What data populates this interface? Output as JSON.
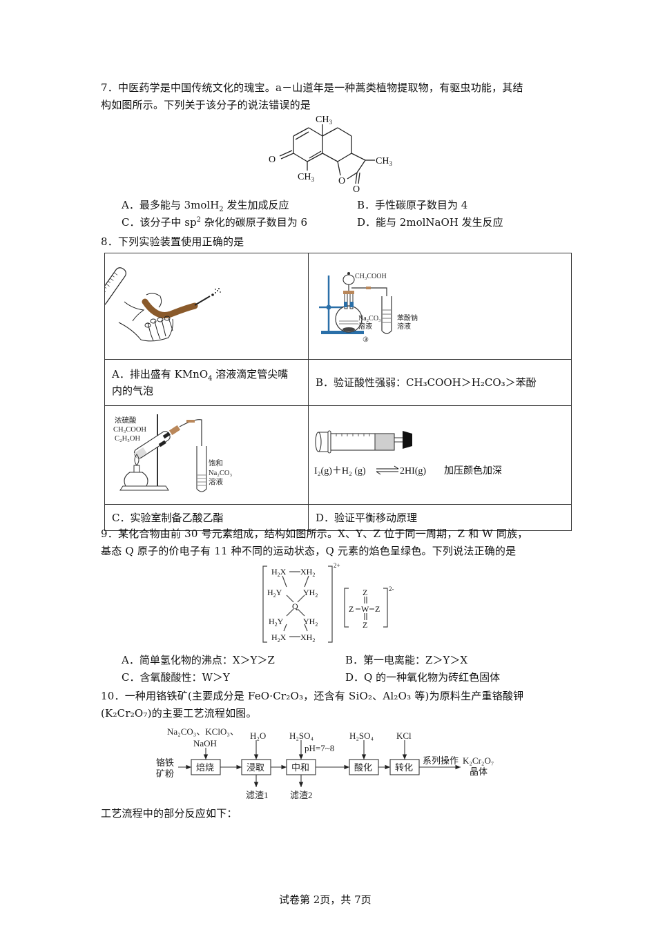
{
  "q7": {
    "number": "7．",
    "stem_line1": "中医药学是中国传统文化的瑰宝。a－山道年是一种蒿类植物提取物，有驱虫功能，其结",
    "stem_line2": "构如图所示。下列关于该分子的说法错误的是",
    "structure_labels": {
      "ch3_top": "CH",
      "ch3_right": "CH",
      "ch3_bottom": "CH",
      "o_left": "O",
      "o_ring": "O",
      "o_carbonyl": "O",
      "sub3": "3"
    },
    "options": [
      {
        "letter": "A．",
        "text_pre": "最多能与 3molH",
        "sub": "2",
        "text_post": " 发生加成反应"
      },
      {
        "letter": "B．",
        "text": "手性碳原子数目为 4"
      },
      {
        "letter": "C．",
        "text_pre": "该分子中 sp",
        "sup": "2",
        "text_post": " 杂化的碳原子数目为 6"
      },
      {
        "letter": "D．",
        "text": "能与 2molNaOH 发生反应"
      }
    ]
  },
  "q8": {
    "number": "8．",
    "stem": "下列实验装置使用正确的是",
    "cells": {
      "A": {
        "letter": "A．",
        "text_pre": "排出盛有 KMnO",
        "sub": "4",
        "text_post": " 溶液滴定管尖嘴",
        "text_line2": "内的气泡"
      },
      "B": {
        "letter": "B．",
        "text": "验证酸性强弱：CH₃COOH＞H₂CO₃＞苯酚",
        "figure_labels": {
          "acid": "CH₃COOH",
          "flask": "Na₂CO₃",
          "flask2": "溶液",
          "tube": "苯酚钠",
          "tube2": "溶液",
          "mark": "③"
        }
      },
      "C": {
        "letter": "C．",
        "text": "实验室制备乙酸乙酯",
        "figure_labels": {
          "l1": "浓硫酸",
          "l2": "CH₃COOH",
          "l3": "C₂H₅OH",
          "t1": "饱和",
          "t2": "Na₂CO₃",
          "t3": "溶液"
        }
      },
      "D": {
        "letter": "D．",
        "text": "验证平衡移动原理",
        "figure_labels": {
          "eq_left": "I₂(g)＋H₂ (g)",
          "eq_right": "2HI(g)",
          "note": "加压颜色加深"
        }
      }
    }
  },
  "q9": {
    "number": "9．",
    "stem_line1": "某化合物由前 30 号元素组成，结构如图所示。X、Y、Z 位于同一周期，Z 和 W 同族，",
    "stem_line2": "基态 Q 原子的价电子有 11 种不同的运动状态，Q 元素的焰色呈绿色。下列说法正确的是",
    "charges": {
      "cation": "2+",
      "anion": "2-"
    },
    "options": [
      {
        "letter": "A．",
        "text": "简单氢化物的沸点：X＞Y＞Z"
      },
      {
        "letter": "B．",
        "text": "第一电离能：Z＞Y＞X"
      },
      {
        "letter": "C．",
        "text": "含氧酸酸性：W＞Y"
      },
      {
        "letter": "D．",
        "text": "Q 的一种氧化物为砖红色固体"
      }
    ]
  },
  "q10": {
    "number": "10．",
    "stem_line1": "一种用铬铁矿(主要成分是 FeO·Cr₂O₃，还含有 SiO₂、Al₂O₃ 等)为原料生产重铬酸钾",
    "stem_line2": "(K₂Cr₂O₇)的主要工艺流程如图。",
    "flow": {
      "start_l1": "铬铁",
      "start_l2": "矿粉",
      "steps": [
        "焙烧",
        "浸取",
        "中和",
        "酸化",
        "转化"
      ],
      "reagents": [
        "Na₂CO₃、KClO₃、",
        "NaOH",
        "H₂O",
        "H₂SO₄",
        "pH=7~8",
        "H₂SO₄",
        "KCl"
      ],
      "residues": [
        "滤渣1",
        "滤渣2"
      ],
      "arrow_label": "系列操作",
      "product_l1": "K₂Cr₂O₇",
      "product_l2": "晶体"
    },
    "followup": "工艺流程中的部分反应如下："
  },
  "footer": {
    "page_text": "试卷第 2页，共 7页"
  }
}
